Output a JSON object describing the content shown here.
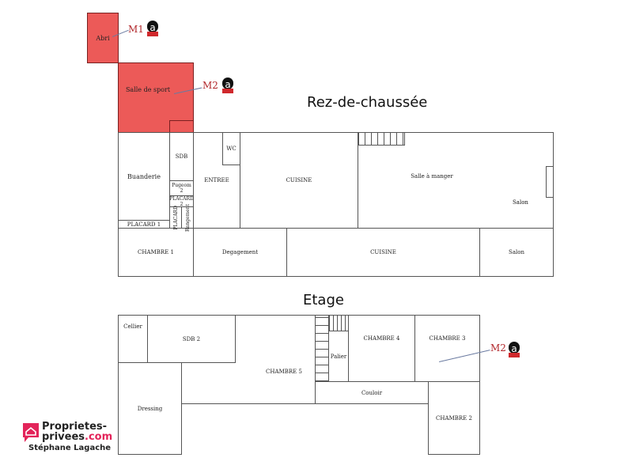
{
  "titles": {
    "ground": "Rez-de-chaussée",
    "upper": "Etage"
  },
  "ground": {
    "abri": "Abri",
    "sport": "Salle de sport",
    "buanderie": "Buanderie",
    "placard1": "PLACARD 1",
    "sdb": "SDB",
    "pugeom": "Pugeom 2",
    "placard2": "PLACARD 2",
    "placard_v": "PLACARD",
    "rangement": "Rangement",
    "entree": "ENTREE",
    "wc": "WC",
    "cuisine_top": "CUISINE",
    "salle_manger": "Salle à manger",
    "salon_top": "Salon",
    "chambre1": "CHAMBRE 1",
    "degagement": "Degagement",
    "cuisine_bottom": "CUISINE",
    "salon_bottom": "Salon"
  },
  "upper": {
    "cellier": "Cellier",
    "sdb2": "SDB 2",
    "dressing": "Dressing",
    "chambre5": "CHAMBRE 5",
    "palier": "Palier",
    "chambre4": "CHAMBRE 4",
    "chambre3": "CHAMBRE 3",
    "couloir": "Couloir",
    "chambre2": "CHAMBRE 2"
  },
  "markers": {
    "m1": "M1",
    "m2a": "M2",
    "m2b": "M2"
  },
  "colors": {
    "highlight": "#ec5a58",
    "marker": "#b2282c"
  },
  "logo": {
    "line1": "Proprietes-",
    "line2a": "privees",
    "line2b": ".com",
    "agent": "Stéphane Lagache"
  }
}
